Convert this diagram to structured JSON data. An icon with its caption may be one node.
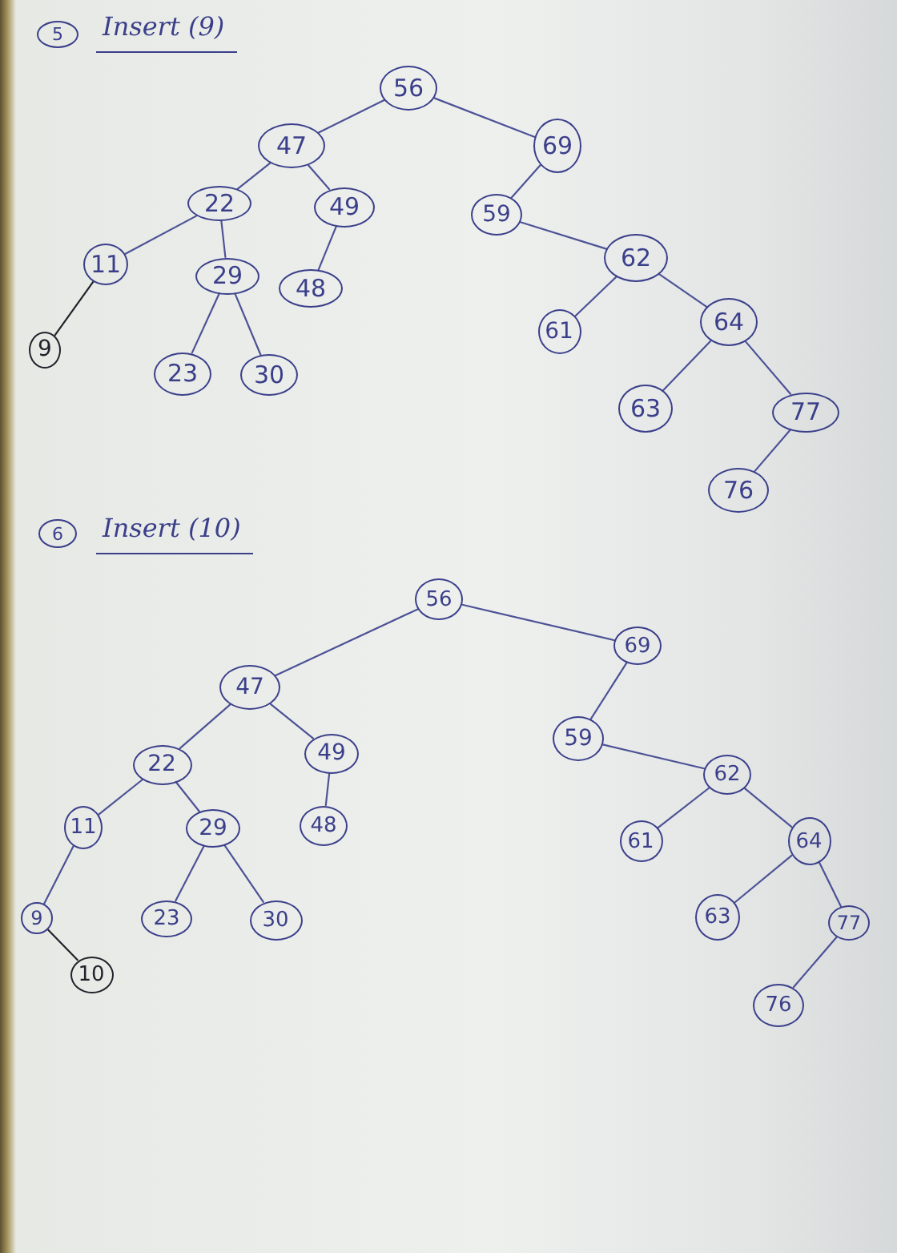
{
  "diagram": {
    "nodes": [
      {
        "text": [
          "5"
        ],
        "beside": [
          "Insert (9)"
        ]
      },
      {
        "text": [
          "56"
        ]
      },
      {
        "text": [
          "47"
        ]
      },
      {
        "text": [
          "69"
        ]
      },
      {
        "text": [
          "22"
        ]
      },
      {
        "text": [
          "49"
        ]
      },
      {
        "text": [
          "59"
        ]
      },
      {
        "text": [
          "62"
        ]
      },
      {
        "text": [
          "11"
        ]
      },
      {
        "text": [
          "29"
        ]
      },
      {
        "text": [
          "48"
        ]
      },
      {
        "text": [
          "64"
        ]
      },
      {
        "text": [
          "61"
        ]
      },
      {
        "text": [
          "9"
        ]
      },
      {
        "text": [
          "23"
        ]
      },
      {
        "text": [
          "30"
        ]
      },
      {
        "text": [
          "63"
        ]
      },
      {
        "text": [
          "77"
        ]
      },
      {
        "text": [
          "76"
        ]
      },
      {
        "text": [
          "6"
        ],
        "beside": [
          "Insert (10)"
        ]
      },
      {
        "text": [
          "56"
        ]
      },
      {
        "text": [
          "69"
        ]
      },
      {
        "text": [
          "47"
        ]
      },
      {
        "text": [
          "59"
        ]
      },
      {
        "text": [
          "49"
        ]
      },
      {
        "text": [
          "22"
        ]
      },
      {
        "text": [
          "62"
        ]
      },
      {
        "text": [
          "11"
        ]
      },
      {
        "text": [
          "29"
        ]
      },
      {
        "text": [
          "48"
        ]
      },
      {
        "text": [
          "61"
        ]
      },
      {
        "text": [
          "64"
        ]
      },
      {
        "text": [
          "9"
        ]
      },
      {
        "text": [
          "23"
        ]
      },
      {
        "text": [
          "30"
        ]
      },
      {
        "text": [
          "63"
        ]
      },
      {
        "text": [
          "77"
        ]
      },
      {
        "text": [
          "10"
        ]
      },
      {
        "text": [
          "76"
        ]
      }
    ],
    "edges": [
      {
        "from": 1,
        "to": 2,
        "arrow": "none"
      },
      {
        "from": 1,
        "to": 3,
        "arrow": "none"
      },
      {
        "from": 2,
        "to": 4,
        "arrow": "none"
      },
      {
        "from": 2,
        "to": 5,
        "arrow": "none"
      },
      {
        "from": 4,
        "to": 8,
        "arrow": "none"
      },
      {
        "from": 4,
        "to": 9,
        "arrow": "none"
      },
      {
        "from": 5,
        "to": 10,
        "arrow": "none"
      },
      {
        "from": 8,
        "to": 13,
        "arrow": "none",
        "color": "#22222a"
      },
      {
        "from": 9,
        "to": 14,
        "arrow": "none"
      },
      {
        "from": 9,
        "to": 15,
        "arrow": "none"
      },
      {
        "from": 3,
        "to": 6,
        "arrow": "none"
      },
      {
        "from": 6,
        "to": 7,
        "arrow": "none"
      },
      {
        "from": 7,
        "to": 12,
        "arrow": "none"
      },
      {
        "from": 7,
        "to": 11,
        "arrow": "none"
      },
      {
        "from": 11,
        "to": 16,
        "arrow": "none"
      },
      {
        "from": 11,
        "to": 17,
        "arrow": "none"
      },
      {
        "from": 17,
        "to": 18,
        "arrow": "none"
      },
      {
        "from": 20,
        "to": 22,
        "arrow": "none"
      },
      {
        "from": 20,
        "to": 21,
        "arrow": "none"
      },
      {
        "from": 22,
        "to": 25,
        "arrow": "none"
      },
      {
        "from": 22,
        "to": 24,
        "arrow": "none"
      },
      {
        "from": 25,
        "to": 27,
        "arrow": "none"
      },
      {
        "from": 25,
        "to": 28,
        "arrow": "none"
      },
      {
        "from": 24,
        "to": 29,
        "arrow": "none"
      },
      {
        "from": 27,
        "to": 32,
        "arrow": "none"
      },
      {
        "from": 32,
        "to": 37,
        "arrow": "none",
        "color": "#22222a"
      },
      {
        "from": 28,
        "to": 33,
        "arrow": "none"
      },
      {
        "from": 28,
        "to": 34,
        "arrow": "none"
      },
      {
        "from": 21,
        "to": 23,
        "arrow": "none"
      },
      {
        "from": 23,
        "to": 26,
        "arrow": "none"
      },
      {
        "from": 26,
        "to": 30,
        "arrow": "none"
      },
      {
        "from": 26,
        "to": 31,
        "arrow": "none"
      },
      {
        "from": 31,
        "to": 35,
        "arrow": "none"
      },
      {
        "from": 31,
        "to": 36,
        "arrow": "none"
      },
      {
        "from": 36,
        "to": 38,
        "arrow": "none"
      }
    ]
  }
}
